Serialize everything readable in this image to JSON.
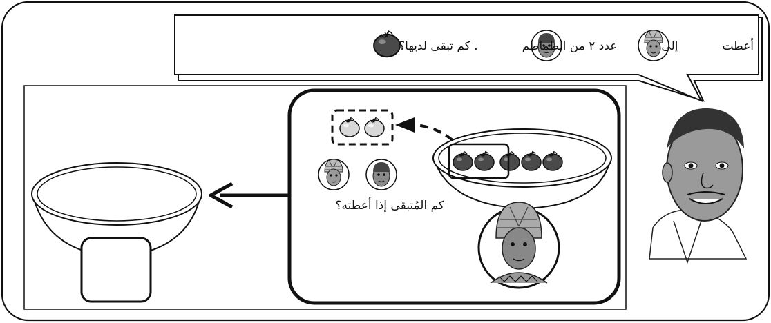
{
  "speech": {
    "part1": "أعطت",
    "part2": "إلى",
    "part3": "عدد ٢ من الطماطم",
    "part4": ". كم تبقى لديها؟"
  },
  "question": "كم  المُتبقى إذا أعطته؟",
  "icons": {
    "giver": "woman-headwrap-icon",
    "receiver": "boy-face-icon",
    "tomato": "tomato-icon",
    "narrator": "man-portrait-icon",
    "owner": "woman-portrait-icon"
  },
  "bowl_tomatoes": {
    "total": 5,
    "selected": 2
  },
  "given_tomatoes": 2
}
